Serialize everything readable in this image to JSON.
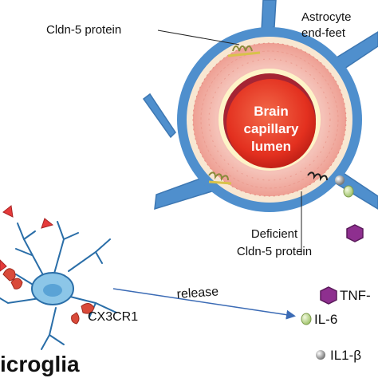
{
  "labels": {
    "cldn5_protein": "Cldn-5 protein",
    "astrocyte_line1": "Astrocyte",
    "astrocyte_line2": "end-feet",
    "lumen_line1": "Brain",
    "lumen_line2": "capillary",
    "lumen_line3": "lumen",
    "deficient_line1": "Deficient",
    "deficient_line2": "Cldn-5 protein",
    "release": "release",
    "cx3cr1": "CX3CR1",
    "microglia": "icroglia",
    "tnf": "TNF-",
    "il6": "IL-6",
    "il1b": "IL1-β"
  },
  "colors": {
    "astrocyte_blue": "#4f8fcd",
    "lumen_red": "#e8352a",
    "endothelium_pink": "#f3b6ad",
    "tnf_purple": "#8e2f8f",
    "il6_green": "#c9dfa0",
    "il1b_grey": "#a0a0a0",
    "receptor_red": "#d94a3a",
    "microglia_blue": "#8cc6e8"
  },
  "icons": [
    "tnf-hexagon-icon",
    "il6-ellipse-icon",
    "il1b-sphere-icon",
    "cx3cr1-receptor-icon",
    "tight-junction-spring-icon"
  ]
}
